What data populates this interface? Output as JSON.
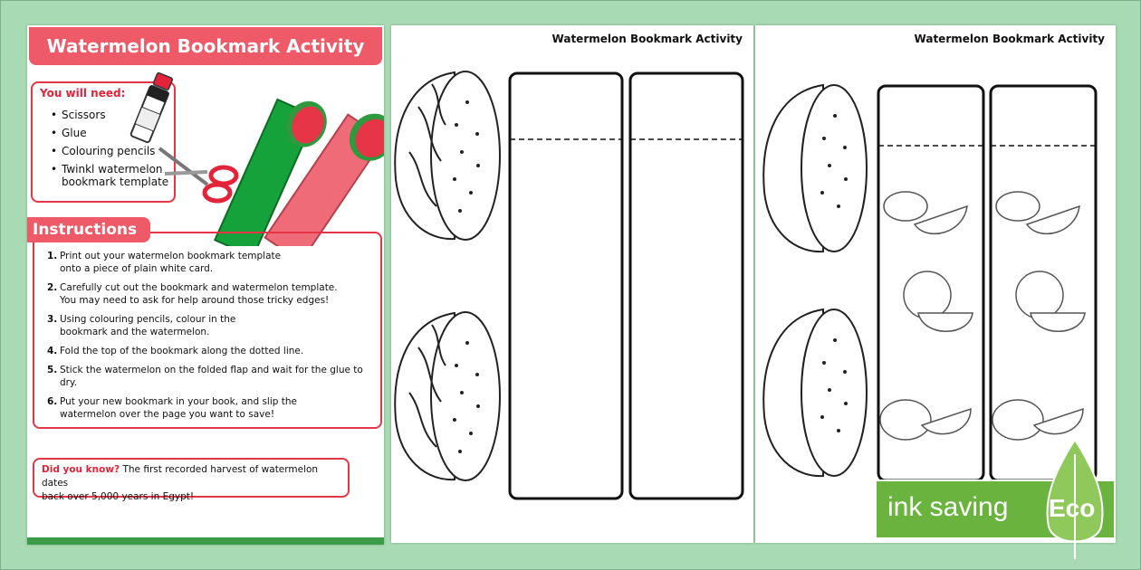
{
  "page1": {
    "title": "Watermelon Bookmark Activity",
    "you_will_need": {
      "heading": "You will need:",
      "items": [
        "Scissors",
        "Glue",
        "Colouring pencils",
        "Twinkl watermelon",
        "bookmark template"
      ]
    },
    "instructions": {
      "heading": "Instructions",
      "steps": [
        {
          "num": "1.",
          "line1": "Print out your watermelon bookmark template",
          "line2": "onto a piece of plain white card."
        },
        {
          "num": "2.",
          "line1": "Carefully cut out the bookmark and watermelon template.",
          "line2": "You may need to ask for help around those tricky edges!"
        },
        {
          "num": "3.",
          "line1": "Using colouring pencils, colour in the",
          "line2": "bookmark and the watermelon."
        },
        {
          "num": "4.",
          "line1": "Fold the top of the bookmark along the dotted line.",
          "line2": ""
        },
        {
          "num": "5.",
          "line1": "Stick the watermelon on the folded flap and wait for the glue to dry.",
          "line2": ""
        },
        {
          "num": "6.",
          "line1": "Put your new bookmark in your book, and slip the",
          "line2": "watermelon over the page you want to save!"
        }
      ]
    },
    "did_you_know": {
      "lead": "Did you know?",
      "text": "The first recorded harvest of watermelon dates",
      "text2": "back over 5,000 years in Egypt!"
    }
  },
  "page2": {
    "title": "Watermelon Bookmark Activity"
  },
  "page3": {
    "title": "Watermelon Bookmark Activity"
  },
  "eco_badge": {
    "text": "ink saving",
    "label": "Eco"
  },
  "colors": {
    "accent_red": "#ee5a67",
    "border_red": "#e53546",
    "green": "#3c9b47",
    "eco_green": "#6ab33f",
    "background": "#a8dbb4"
  }
}
